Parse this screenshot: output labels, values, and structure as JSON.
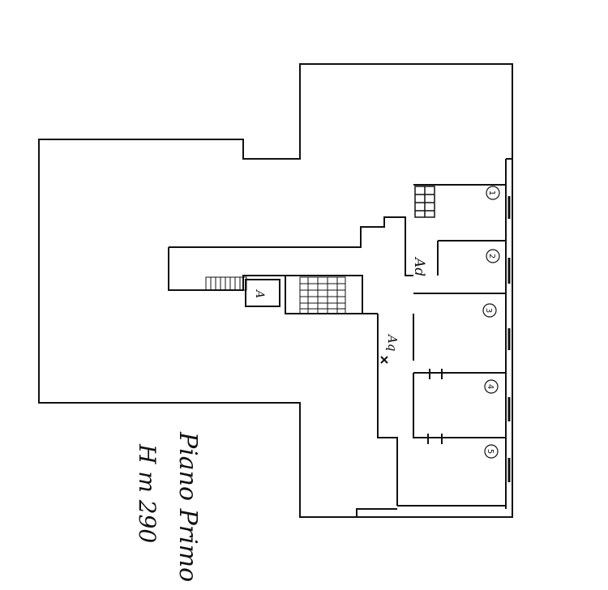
{
  "plan": {
    "title_line1": "Piano Primo",
    "title_line2": "H m 290",
    "label_ad": "Ad",
    "label_aq": "Aq",
    "label_a": "A",
    "rooms": [
      "1",
      "2",
      "3",
      "4",
      "5"
    ]
  }
}
